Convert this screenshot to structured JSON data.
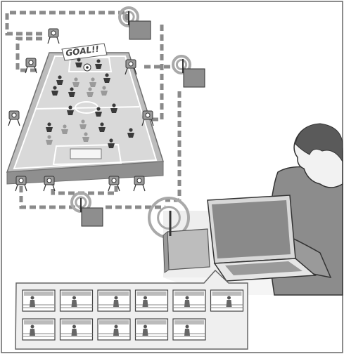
{
  "banner": {
    "text": "GOAL!!"
  },
  "colors": {
    "border": "#666666",
    "dashed_link": "#8a8a8a",
    "field": "#d9d9d9",
    "field_edge": "#6f6f6f",
    "receiver": "#8e8e8e",
    "signal_ring": "#a9a9a9",
    "laptop_screen": "#8a8a8a",
    "player_dark": "#3a3a3a",
    "player_light": "#9a9a9a",
    "panel_fill": "#efefef"
  },
  "icons": {
    "wireless": "concentric-rings-icon",
    "receiver": "receiver-box-icon",
    "camera": "camera-icon",
    "laptop": "laptop-icon",
    "person": "viewer-person-icon",
    "thumbnail": "video-frame-thumbnail-icon"
  },
  "thumbnail_rows": [
    6,
    5
  ]
}
